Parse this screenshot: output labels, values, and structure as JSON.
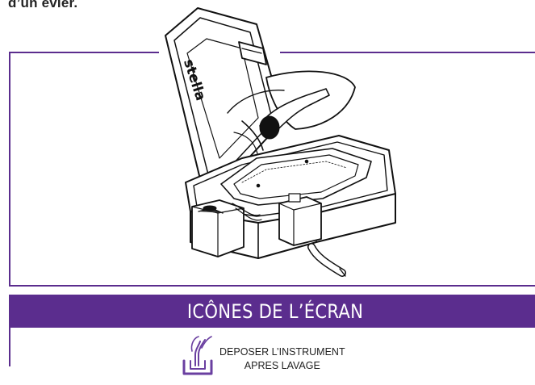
{
  "document": {
    "intro_fragment": "d’un évier.",
    "product_label": "stella"
  },
  "screen_icons": {
    "section_title": "ICÔNES DE L’ÉCRAN",
    "items": [
      {
        "icon": "place-instrument-icon",
        "caption_line1": "DEPOSER L’INSTRUMENT",
        "caption_line2": "APRES LAVAGE"
      }
    ]
  },
  "colors": {
    "accent_purple": "#5b2d8e",
    "icon_purple": "#6a3fa0",
    "text": "#222222"
  }
}
